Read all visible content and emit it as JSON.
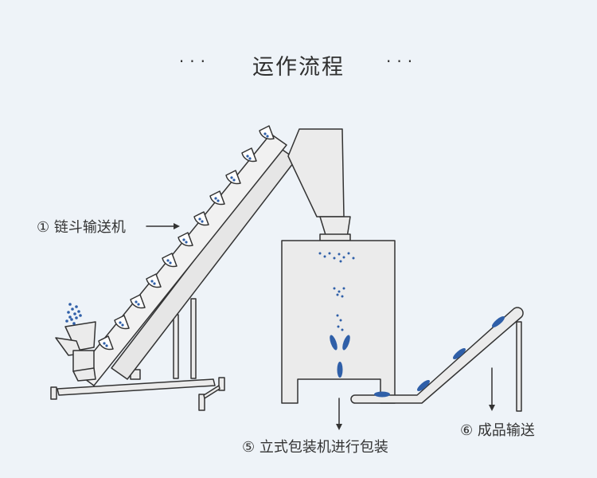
{
  "title": {
    "text": "运作流程",
    "dots": "···"
  },
  "labels": {
    "bucket_conveyor": "① 链斗输送机",
    "packaging": "⑤ 立式包装机进行包装",
    "output_conveyor": "⑥ 成品输送"
  },
  "colors": {
    "background": "#eef3f8",
    "machine_fill": "#ebebeb",
    "outline": "#333333",
    "particle": "#2f5fa8",
    "text": "#333333"
  }
}
